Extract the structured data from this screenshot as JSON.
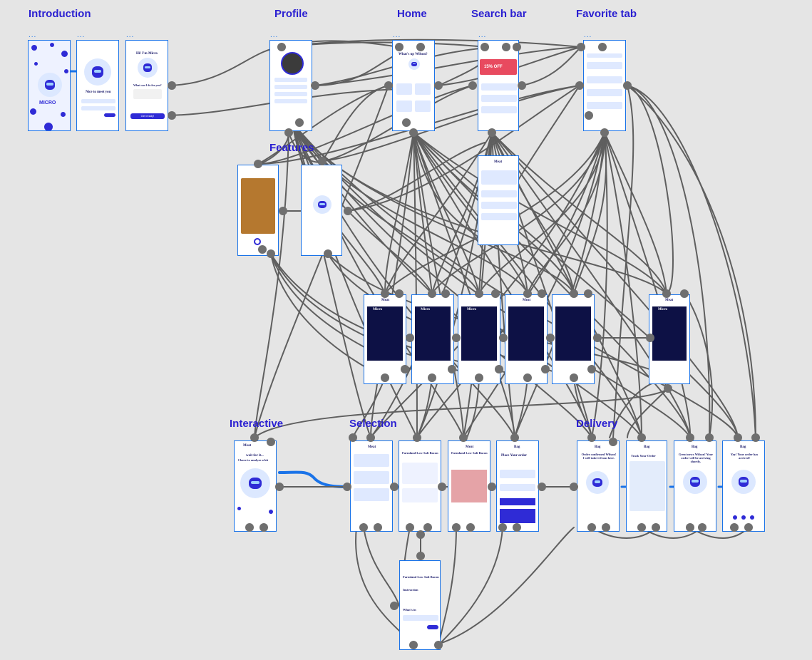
{
  "sections": {
    "introduction": "Introduction",
    "profile": "Profile",
    "home": "Home",
    "search_bar": "Search bar",
    "favorite_tab": "Favorite tab",
    "features": "Features",
    "interactive": "Interactive",
    "selection": "Selection",
    "delivery": "Delivery"
  },
  "frame_menu": "...",
  "intro": {
    "logo_text": "MICRO",
    "nice_to_meet": "Nice to meet you",
    "greeting": "Hi! I'm Micro",
    "question": "What can I do for you?",
    "cta": "Get ready!"
  },
  "home": {
    "headline": "What's up Wilson?"
  },
  "search": {
    "promo": "15% OFF"
  },
  "meat_label": "Meat",
  "micro_label": "Micro",
  "interactive": {
    "line1": "wait for it...",
    "line2": "I have to analyze a bit"
  },
  "selection": {
    "product": "Farmland Low Salt Bacon",
    "place_order": "Place Your order",
    "bag": "Bag",
    "instruction": "Instruction",
    "what_in": "What's in"
  },
  "delivery": {
    "bag": "Bag",
    "confirmed": "Order confirmed Wilson! I will take it from here.",
    "track": "Track Your Order",
    "great_news": "Great news Wilson! Your order will be arriving shortly.",
    "arrived": "Yay! Your order has arrived!"
  },
  "colors": {
    "accent": "#2a1fd1",
    "frame_border": "#1a73e8",
    "wire": "#5f5f5f",
    "handle": "#6f6f6f",
    "navy": "#0d1145",
    "background": "#e5e5e5"
  }
}
